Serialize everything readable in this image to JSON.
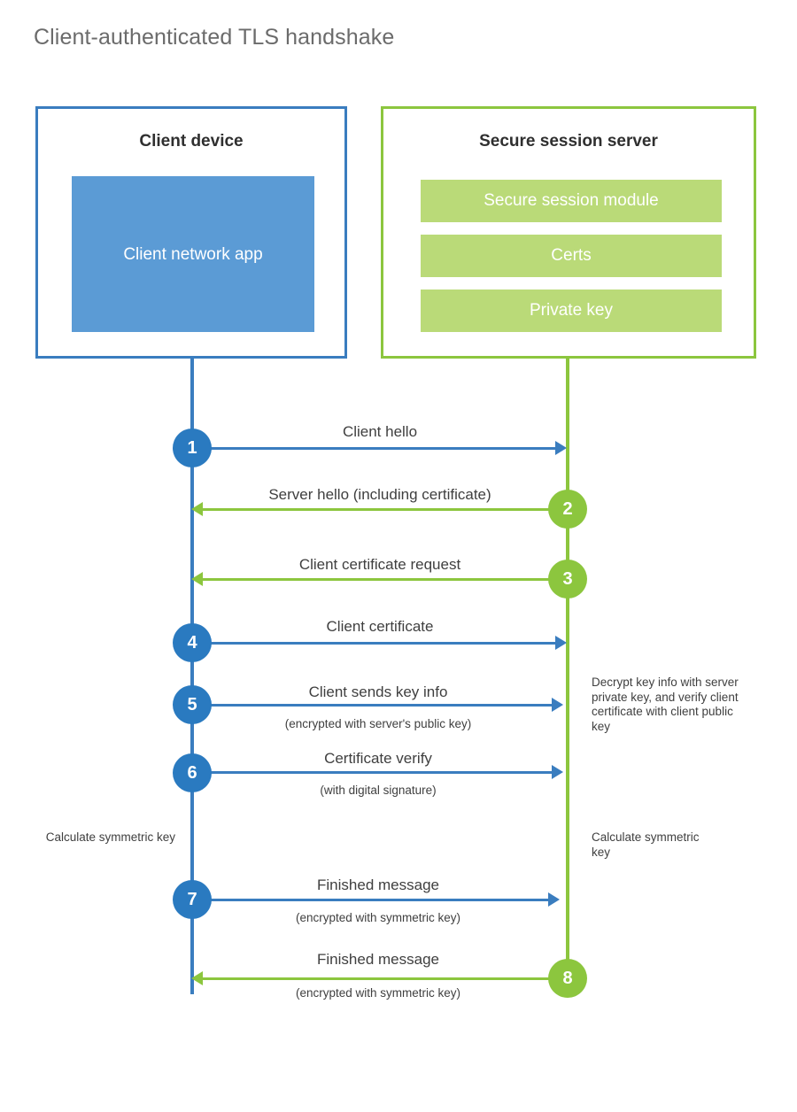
{
  "title": "Client-authenticated TLS handshake",
  "colors": {
    "blue_border": "#3a7dbf",
    "blue_fill": "#5b9bd5",
    "blue_badge": "#2a7ac0",
    "green_border": "#8cc63e",
    "green_fill": "#bada78",
    "text": "#3f3f3f",
    "title_text": "#6b6b6b"
  },
  "client": {
    "title": "Client device",
    "app_label": "Client network app"
  },
  "server": {
    "title": "Secure session server",
    "components": [
      "Secure session module",
      "Certs",
      "Private key"
    ]
  },
  "steps": [
    {
      "number": "1",
      "label": "Client hello",
      "sub": "",
      "direction": "right",
      "color": "blue"
    },
    {
      "number": "2",
      "label": "Server hello (including certificate)",
      "sub": "",
      "direction": "left",
      "color": "green"
    },
    {
      "number": "3",
      "label": "Client certificate request",
      "sub": "",
      "direction": "left",
      "color": "green"
    },
    {
      "number": "4",
      "label": "Client certificate",
      "sub": "",
      "direction": "right",
      "color": "blue"
    },
    {
      "number": "5",
      "label": "Client sends key info",
      "sub": "(encrypted with server's public key)",
      "direction": "right",
      "color": "blue"
    },
    {
      "number": "6",
      "label": "Certificate verify",
      "sub": "(with digital signature)",
      "direction": "right",
      "color": "blue"
    },
    {
      "number": "7",
      "label": "Finished message",
      "sub": "(encrypted with symmetric key)",
      "direction": "right",
      "color": "blue"
    },
    {
      "number": "8",
      "label": "Finished message",
      "sub": "(encrypted with symmetric key)",
      "direction": "left",
      "color": "green"
    }
  ],
  "notes": {
    "server_decrypt": "Decrypt key info with server private key, and verify client certificate with client public key",
    "client_calculate": "Calculate symmetric key",
    "server_calculate": "Calculate symmetric key"
  }
}
